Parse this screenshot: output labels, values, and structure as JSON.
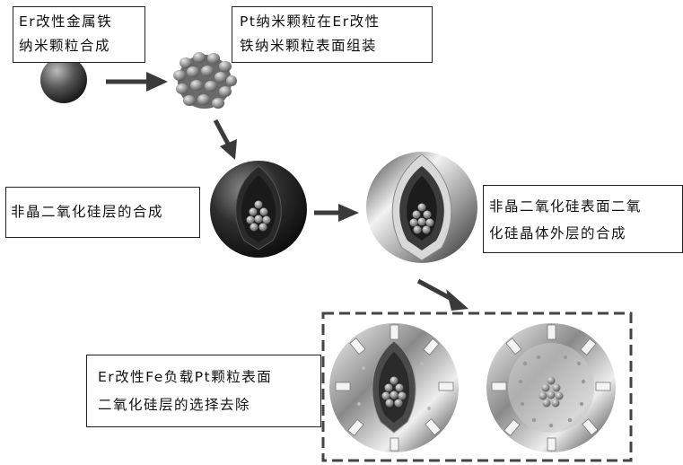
{
  "steps": {
    "step1": {
      "line1": "Er改性金属铁",
      "line2": "纳米颗粒合成"
    },
    "step2": {
      "line1": "Pt纳米颗粒在Er改性",
      "line2": "铁纳米颗粒表面组装"
    },
    "step3": {
      "line1": "非晶二氧化硅层的合成"
    },
    "step4": {
      "line1": "非晶二氧化硅表面二氧",
      "line2": "化硅晶体外层的合成"
    },
    "step5": {
      "line1": "Er改性Fe负载Pt颗粒表面",
      "line2": "二氧化硅层的选择去除"
    }
  },
  "colors": {
    "arrow": "#3a3a3a",
    "box_border": "#222222",
    "dashed_border": "#444444"
  },
  "icons": [
    "fe-nanoparticle-icon",
    "pt-decorated-particle-icon",
    "amorphous-silica-shell-icon",
    "crystalline-silica-shell-icon",
    "etched-shell-cutaway-icon",
    "etched-shell-full-icon"
  ]
}
